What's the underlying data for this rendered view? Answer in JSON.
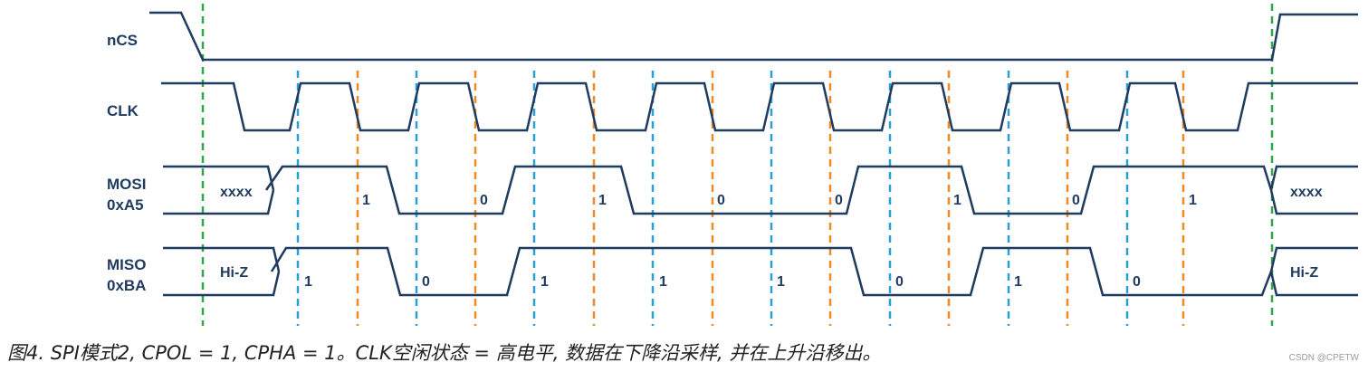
{
  "signals": [
    {
      "id": "ncs",
      "label_lines": [
        "nCS"
      ]
    },
    {
      "id": "clk",
      "label_lines": [
        "CLK"
      ]
    },
    {
      "id": "mosi",
      "label_lines": [
        "MOSI",
        "0xA5"
      ]
    },
    {
      "id": "miso",
      "label_lines": [
        "MISO",
        "0xBA"
      ]
    }
  ],
  "mosi": {
    "pre_state": "xxxx",
    "post_state": "xxxx",
    "bits": [
      "1",
      "0",
      "1",
      "0",
      "0",
      "1",
      "0",
      "1"
    ]
  },
  "miso": {
    "pre_state": "Hi-Z",
    "post_state": "Hi-Z",
    "bits": [
      "1",
      "0",
      "1",
      "1",
      "1",
      "0",
      "1",
      "0"
    ]
  },
  "colors": {
    "wave": "#1f3b5f",
    "sample_edge": "#2a9fd6",
    "shift_edge": "#f08a24",
    "cs_edge": "#2ea84a"
  },
  "caption": "图4. SPI模式2, CPOL = 1, CPHA = 1。CLK空闲状态 = 高电平, 数据在下降沿采样, 并在上升沿移出。",
  "watermark": "CSDN @CPETW"
}
